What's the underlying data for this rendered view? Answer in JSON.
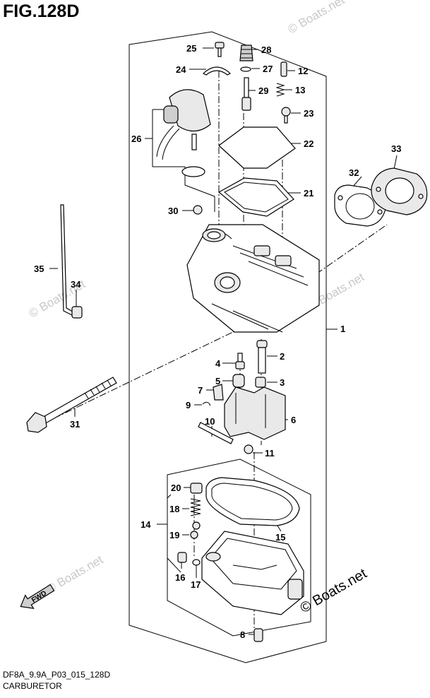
{
  "figure": {
    "title": "FIG.128D",
    "code": "DF8A_9.9A_P03_015_128D",
    "name": "CARBURETOR"
  },
  "fwd_label": "FWD",
  "watermark": {
    "text": "© Boats.net",
    "highlight_text": "© Boats.net"
  },
  "callouts": [
    {
      "id": "1",
      "label": "1"
    },
    {
      "id": "2",
      "label": "2"
    },
    {
      "id": "3",
      "label": "3"
    },
    {
      "id": "4",
      "label": "4"
    },
    {
      "id": "5",
      "label": "5"
    },
    {
      "id": "6",
      "label": "6"
    },
    {
      "id": "7",
      "label": "7"
    },
    {
      "id": "8",
      "label": "8"
    },
    {
      "id": "9",
      "label": "9"
    },
    {
      "id": "10",
      "label": "10"
    },
    {
      "id": "11",
      "label": "11"
    },
    {
      "id": "12",
      "label": "12"
    },
    {
      "id": "13",
      "label": "13"
    },
    {
      "id": "14",
      "label": "14"
    },
    {
      "id": "15",
      "label": "15"
    },
    {
      "id": "16",
      "label": "16"
    },
    {
      "id": "17",
      "label": "17"
    },
    {
      "id": "18",
      "label": "18"
    },
    {
      "id": "19",
      "label": "19"
    },
    {
      "id": "20",
      "label": "20"
    },
    {
      "id": "21",
      "label": "21"
    },
    {
      "id": "22",
      "label": "22"
    },
    {
      "id": "23",
      "label": "23"
    },
    {
      "id": "24",
      "label": "24"
    },
    {
      "id": "25",
      "label": "25"
    },
    {
      "id": "26",
      "label": "26"
    },
    {
      "id": "27",
      "label": "27"
    },
    {
      "id": "28",
      "label": "28"
    },
    {
      "id": "29",
      "label": "29"
    },
    {
      "id": "30",
      "label": "30"
    },
    {
      "id": "31",
      "label": "31"
    },
    {
      "id": "32",
      "label": "32"
    },
    {
      "id": "33",
      "label": "33"
    },
    {
      "id": "34",
      "label": "34"
    },
    {
      "id": "35",
      "label": "35"
    }
  ]
}
